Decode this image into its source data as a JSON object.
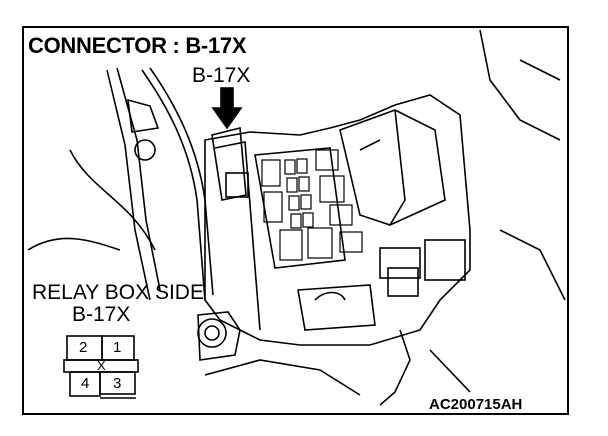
{
  "title": "CONNECTOR : B-17X",
  "arrow_label": "B-17X",
  "view_label": "RELAY BOX SIDE",
  "view_connector": "B-17X",
  "pins": [
    "2",
    "1",
    "4",
    "3"
  ],
  "center_mark": "X",
  "figure_code": "AC200715AH"
}
